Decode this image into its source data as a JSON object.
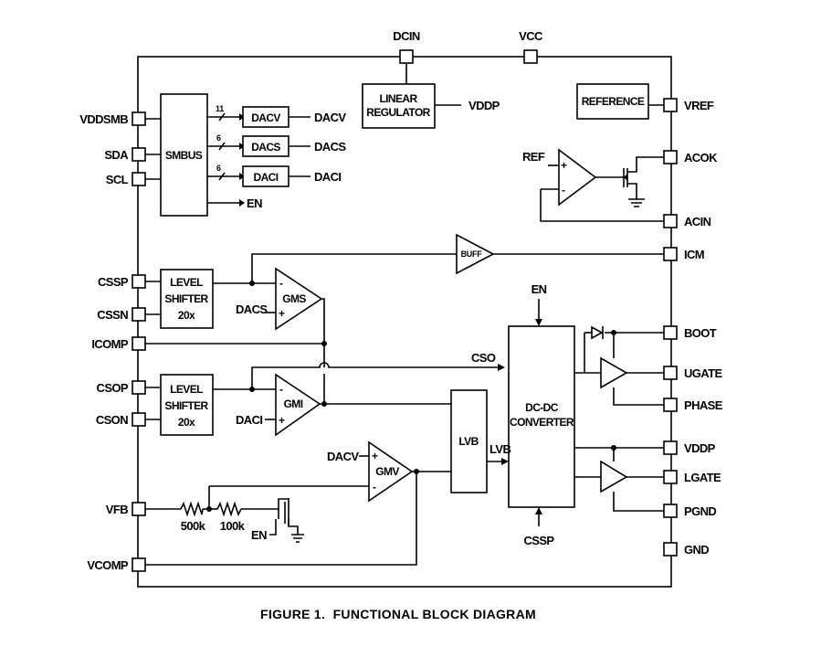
{
  "pins": {
    "dcin": "DCIN",
    "vcc": "VCC",
    "vddsmb": "VDDSMB",
    "sda": "SDA",
    "scl": "SCL",
    "cssp": "CSSP",
    "cssn": "CSSN",
    "icomp": "ICOMP",
    "csop": "CSOP",
    "cson": "CSON",
    "vfb": "VFB",
    "vcomp": "VCOMP",
    "vref": "VREF",
    "acok": "ACOK",
    "acin": "ACIN",
    "icm": "ICM",
    "boot": "BOOT",
    "ugate": "UGATE",
    "phase": "PHASE",
    "vddp": "VDDP",
    "lgate": "LGATE",
    "pgnd": "PGND",
    "gnd": "GND"
  },
  "blocks": {
    "smbus": "SMBUS",
    "linreg_1": "LINEAR",
    "linreg_2": "REGULATOR",
    "reference": "REFERENCE",
    "dacv": "DACV",
    "dacs": "DACS",
    "daci": "DACI",
    "ls_1": "LEVEL",
    "ls_2": "SHIFTER",
    "ls_3": "20x",
    "gms": "GMS",
    "gmi": "GMI",
    "gmv": "GMV",
    "buff": "BUFF",
    "lvb": "LVB",
    "dcdc_1": "DC-DC",
    "dcdc_2": "CONVERTER"
  },
  "signals": {
    "vddp_out": "VDDP",
    "dacv_out": "DACV",
    "dacs_out": "DACS",
    "daci_out": "DACI",
    "en_smbus": "EN",
    "ref": "REF",
    "dacs_in": "DACS",
    "daci_in": "DACI",
    "dacv_in": "DACV",
    "cso": "CSO",
    "lvb_out": "LVB",
    "en_top": "EN",
    "cssp_bottom": "CSSP",
    "r1": "500k",
    "r2": "100k",
    "en_sw": "EN",
    "bus_11": "11",
    "bus_6a": "6",
    "bus_6b": "6",
    "plus": "+",
    "minus": "-"
  },
  "caption": "FIGURE 1.  FUNCTIONAL BLOCK DIAGRAM"
}
